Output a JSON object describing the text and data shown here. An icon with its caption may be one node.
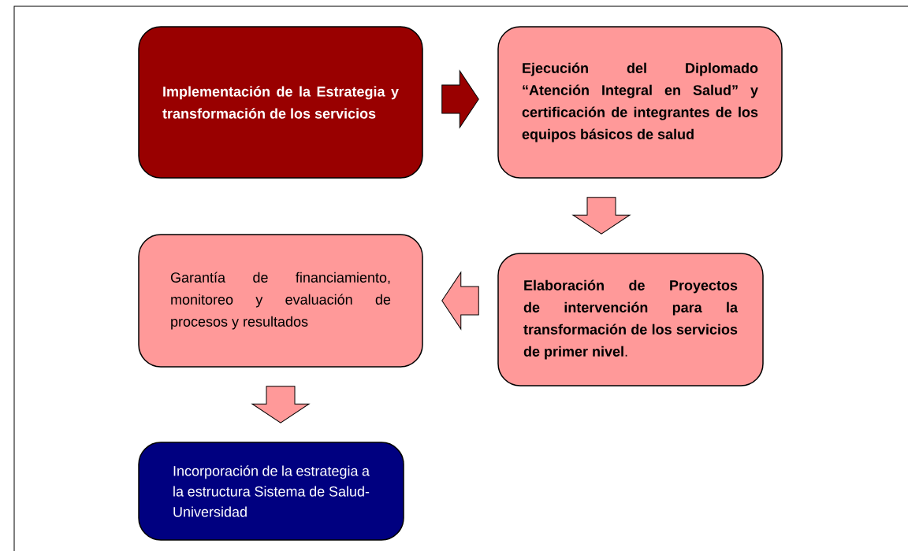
{
  "diagram": {
    "nodes": [
      {
        "text": [
          "Implementación de la Estrategia y transformación de los servicios"
        ]
      },
      {
        "text": [
          "Ejecución del Diplomado “Atención Integral en Salud” y certificación de integrantes de los equipos básicos de salud"
        ]
      },
      {
        "text": [
          "**Elaboración de Proyectos de intervención para la transformación de los servicios de primer nivel**."
        ]
      },
      {
        "text": [
          "Garantía de financiamiento, monitoreo y evaluación de procesos y resultados"
        ]
      },
      {
        "text": [
          "Incorporación de la estrategia a la estructura Sistema de Salud-Universidad"
        ]
      }
    ],
    "edges": [
      {
        "from": 0,
        "to": 1,
        "arrow": "to",
        "color": "#990000"
      },
      {
        "from": 1,
        "to": 2,
        "arrow": "to"
      },
      {
        "from": 2,
        "to": 3,
        "arrow": "to"
      },
      {
        "from": 3,
        "to": 4,
        "arrow": "to"
      }
    ]
  }
}
